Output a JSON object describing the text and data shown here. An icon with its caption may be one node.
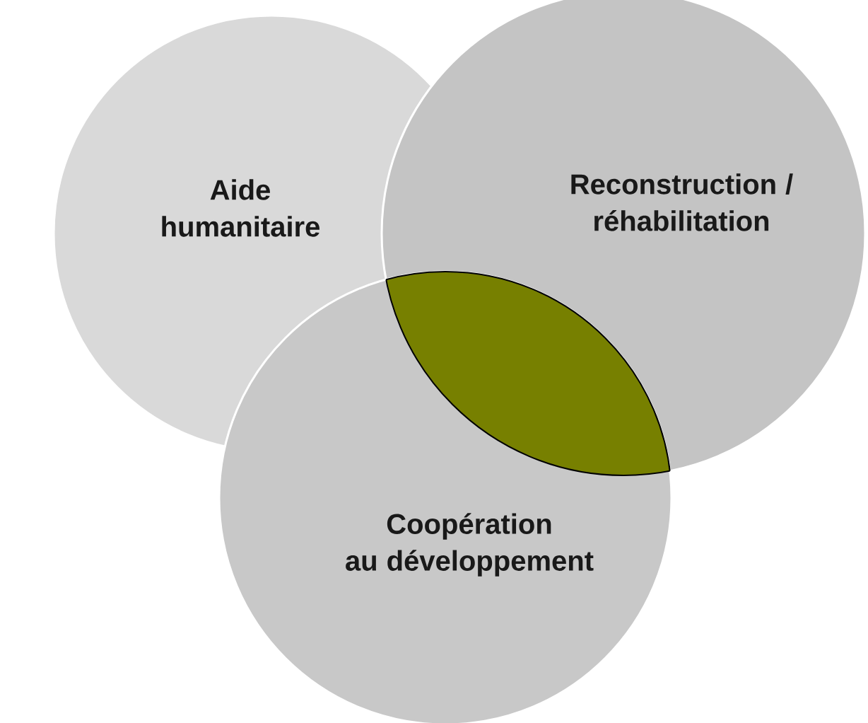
{
  "diagram": {
    "nodes": [
      {
        "text": [
          "Aide humanitaire"
        ]
      },
      {
        "text": [
          "Reconstruction / réhabilitation"
        ]
      },
      {
        "text": [
          "Coopération au développement"
        ]
      },
      {
        "text": [],
        "shape": "lens"
      }
    ]
  }
}
